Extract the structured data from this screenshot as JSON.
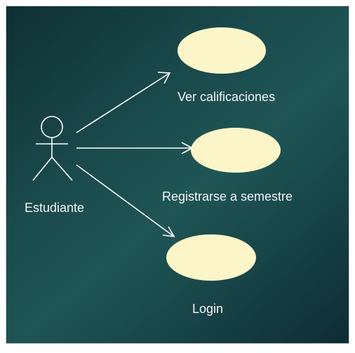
{
  "diagram": {
    "actor": {
      "name": "Estudiante"
    },
    "use_cases": [
      {
        "label": "Ver calificaciones"
      },
      {
        "label": "Registrarse a semestre"
      },
      {
        "label": "Login"
      }
    ],
    "colors": {
      "background_dark": "#0f3033",
      "background_mid": "#1f5555",
      "use_case_fill": "#fbf5c8",
      "line": "#ffffff",
      "text": "#f4f4f4"
    }
  }
}
